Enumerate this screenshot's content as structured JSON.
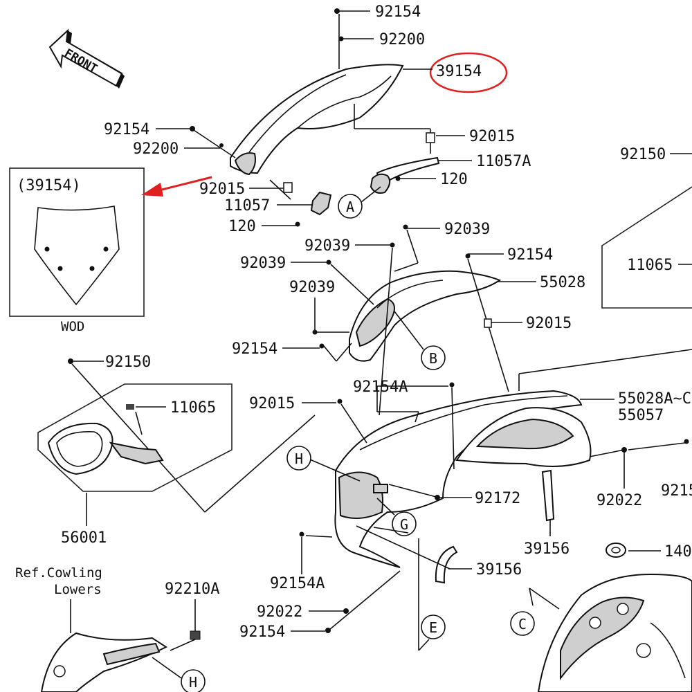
{
  "diagram": {
    "front_label": "FRONT",
    "inset": {
      "part_ref": "(39154)",
      "model": "WOD"
    },
    "highlight": {
      "part": "39154",
      "color": "#e02020"
    },
    "callouts": {
      "c92154_top": "92154",
      "c92200_top": "92200",
      "c39154": "39154",
      "c92154_left": "92154",
      "c92200_left": "92200",
      "c92015_right": "92015",
      "c11057A": "11057A",
      "c120_right": "120",
      "c92015_left": "92015",
      "c11057": "11057",
      "c120_left": "120",
      "c92150_right": "92150",
      "c11065_right": "11065",
      "c92039_a": "92039",
      "c92039_b": "92039",
      "c92039_c": "92039",
      "c92039_d": "92039",
      "c92154_mid": "92154",
      "c55028": "55028",
      "c92015_mid": "92015",
      "c92154_left2": "92154",
      "c92150_mirror": "92150",
      "c11065_mirror": "11065",
      "c56001": "56001",
      "c92154A_mid": "92154A",
      "c92015_low": "92015",
      "c55028A_a": "55028A~C",
      "c55057": "55057",
      "c92172": "92172",
      "c92022_right": "92022",
      "c9215_cut": "9215",
      "c39156_right": "39156",
      "c39156_low": "39156",
      "c140_cut": "140",
      "c92154A_low": "92154A",
      "c92022_low": "92022",
      "c92154_low": "92154",
      "c92210A": "92210A",
      "ref_cowling_1": "Ref.Cowling",
      "ref_cowling_2": "Lowers"
    },
    "refs": {
      "A": "A",
      "B": "B",
      "C": "C",
      "E": "E",
      "G": "G",
      "H1": "H",
      "H2": "H"
    }
  }
}
